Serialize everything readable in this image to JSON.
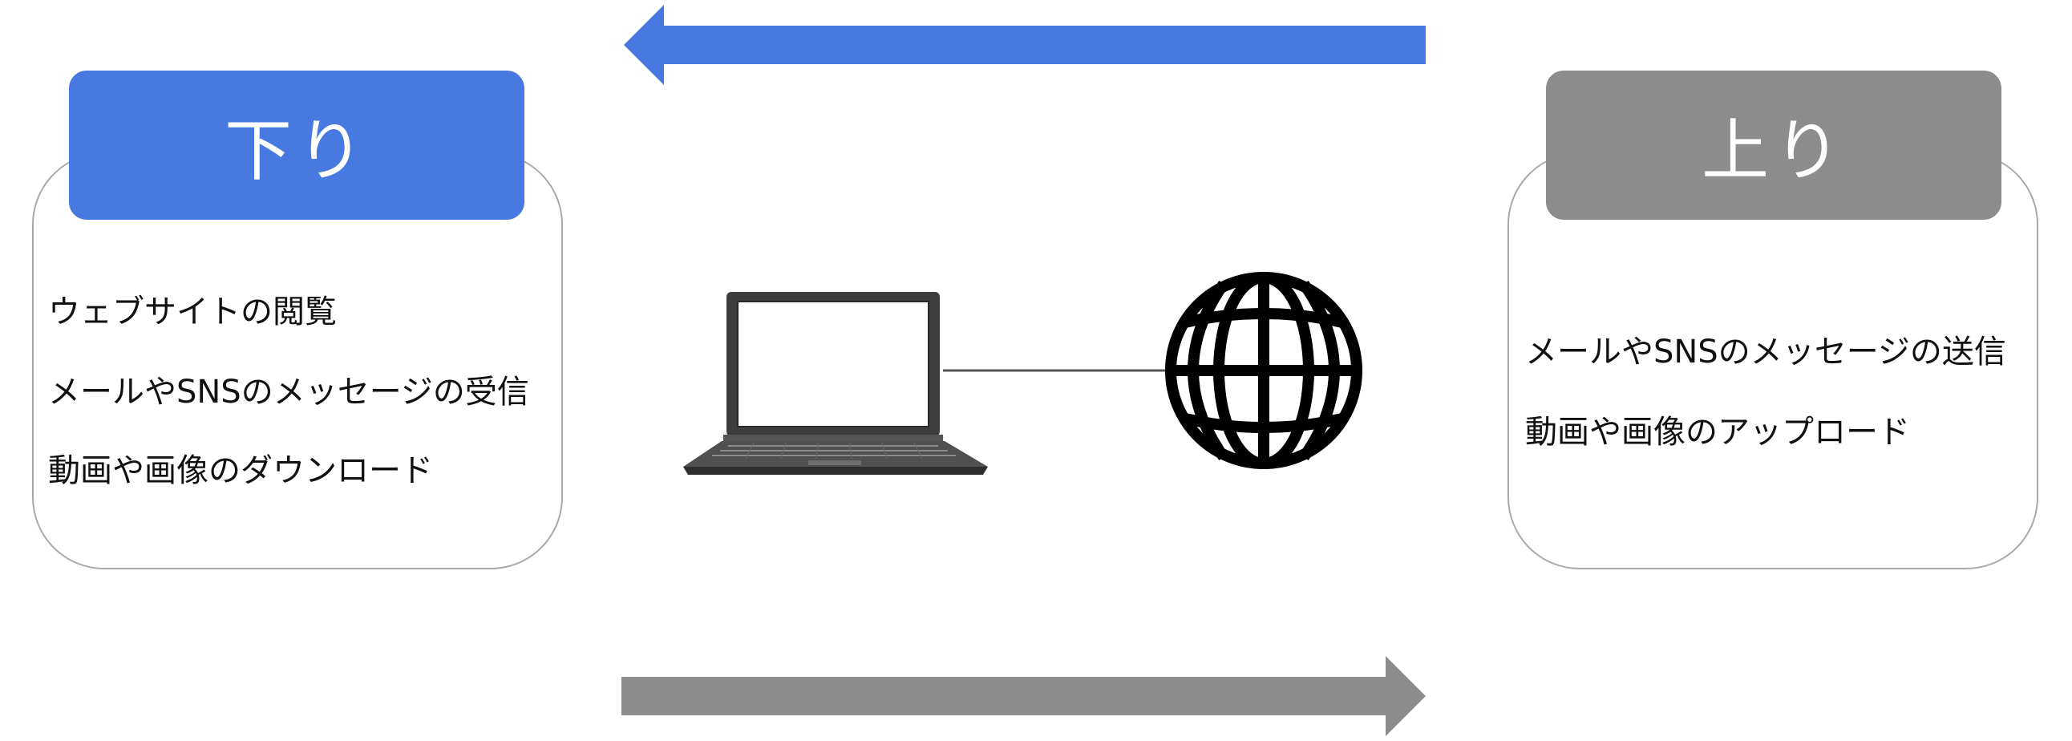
{
  "colors": {
    "download": "#4779e0",
    "upload": "#8c8c8c",
    "card_border": "#a9a9a9",
    "text": "#111111"
  },
  "download": {
    "title": "下り",
    "items": [
      "ウェブサイトの閲覧",
      "メールやSNSのメッセージの受信",
      "動画や画像のダウンロード"
    ]
  },
  "upload": {
    "title": "上り",
    "items": [
      "メールやSNSのメッセージの送信",
      "動画や画像のアップロード"
    ]
  },
  "icons": {
    "device": "laptop-icon",
    "network": "globe-icon"
  }
}
